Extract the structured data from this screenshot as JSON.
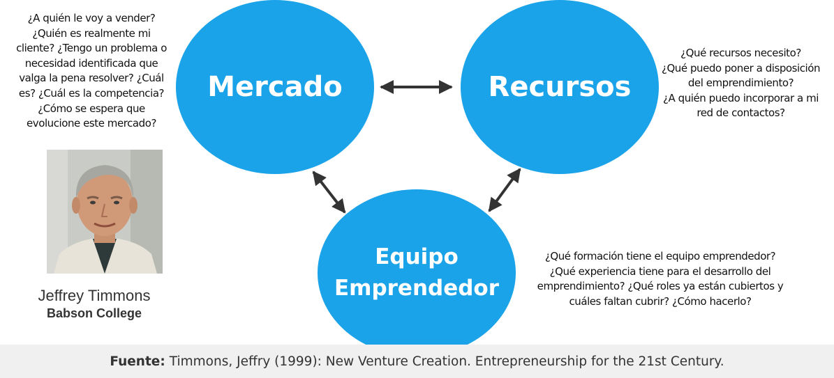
{
  "circles": {
    "mercado": "Mercado",
    "recursos": "Recursos",
    "equipo_line1": "Equipo",
    "equipo_line2": "Emprendedor"
  },
  "questions": {
    "mercado": [
      "¿A quién le voy a vender?",
      "¿Quién es realmente mi",
      "cliente? ¿Tengo un problema o",
      "necesidad identificada que",
      "valga la pena resolver? ¿Cuál",
      "es? ¿Cuál es la competencia?",
      "¿Cómo se espera que",
      "evolucione este mercado?"
    ],
    "recursos": [
      "¿Qué recursos necesito?",
      "¿Qué puedo poner a disposición",
      "del emprendimiento?",
      "¿A quién puedo incorporar a mi",
      "red de contactos?"
    ],
    "equipo": [
      "¿Qué formación tiene el equipo emprendedor?",
      "¿Qué experiencia tiene para el desarrollo del",
      "emprendimiento? ¿Qué roles ya están cubiertos y",
      "cuáles faltan cubrir? ¿Cómo hacerlo?"
    ]
  },
  "person": {
    "name": "Jeffrey Timmons",
    "org": "Babson College"
  },
  "footer": {
    "label": "Fuente:",
    "text": "Timmons, Jeffry (1999): New Venture Creation. Entrepreneurship for the 21st Century."
  },
  "colors": {
    "circle": "#1aa3e8",
    "arrow": "#333333",
    "footer_bg": "#f0f0f0"
  }
}
